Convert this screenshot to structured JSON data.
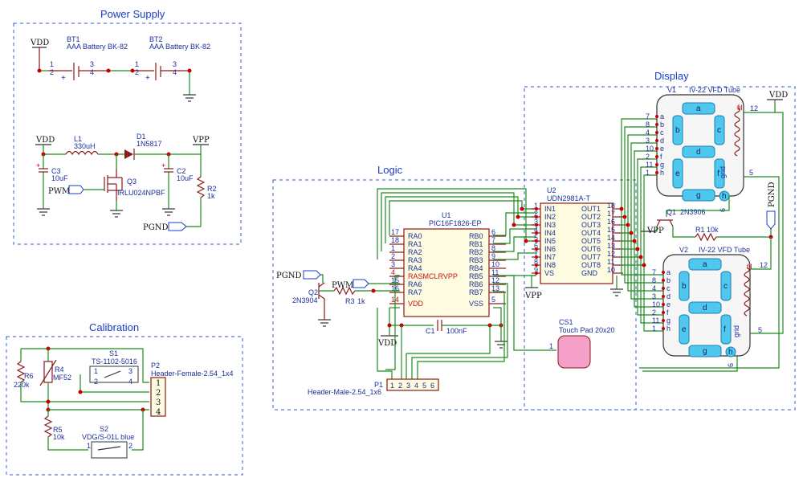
{
  "sections": {
    "power": "Power Supply",
    "logic": "Logic",
    "display": "Display",
    "calibration": "Calibration"
  },
  "nets": {
    "vdd": "VDD",
    "vpp": "VPP",
    "pwm": "PWM",
    "pgnd": "PGND"
  },
  "parts": {
    "bt1": {
      "ref": "BT1",
      "value": "AAA Battery BK-82"
    },
    "bt2": {
      "ref": "BT2",
      "value": "AAA Battery BK-82"
    },
    "l1": {
      "ref": "L1",
      "value": "330uH"
    },
    "d1": {
      "ref": "D1",
      "value": "1N5817"
    },
    "c3": {
      "ref": "C3",
      "value": "10uF"
    },
    "c2": {
      "ref": "C2",
      "value": "10uF"
    },
    "q3": {
      "ref": "Q3",
      "value": "IRLU024NPBF"
    },
    "r2": {
      "ref": "R2",
      "value": "1k"
    },
    "u1": {
      "ref": "U1",
      "value": "PIC16F1826-EP"
    },
    "u2": {
      "ref": "U2",
      "value": "UDN2981A-T"
    },
    "c1": {
      "ref": "C1",
      "value": "100nF"
    },
    "q2": {
      "ref": "Q2",
      "value": "2N3904"
    },
    "r3": {
      "ref": "R3",
      "value": "1k"
    },
    "p1": {
      "ref": "P1",
      "value": "Header-Male-2.54_1x6"
    },
    "cs1": {
      "ref": "CS1",
      "value": "Touch Pad 20x20"
    },
    "q1": {
      "ref": "Q1",
      "value": "2N3906"
    },
    "r1": {
      "ref": "R1",
      "value": "10k"
    },
    "v1": {
      "ref": "V1",
      "value": "IV-22 VFD Tube"
    },
    "v2": {
      "ref": "V2",
      "value": "IV-22 VFD Tube"
    },
    "s1": {
      "ref": "S1",
      "value": "TS-1102-5016"
    },
    "p2": {
      "ref": "P2",
      "value": "Header-Female-2.54_1x4"
    },
    "r6": {
      "ref": "R6",
      "value": "220k"
    },
    "r4": {
      "ref": "R4",
      "value": "MF52"
    },
    "r5": {
      "ref": "R5",
      "value": "10k"
    },
    "s2": {
      "ref": "S2",
      "value": "VDG/S-01L blue"
    }
  },
  "u1": {
    "left_pins": [
      {
        "num": "17",
        "name": "RA0"
      },
      {
        "num": "18",
        "name": "RA1"
      },
      {
        "num": "1",
        "name": "RA2"
      },
      {
        "num": "2",
        "name": "RA3"
      },
      {
        "num": "3",
        "name": "RA4"
      },
      {
        "num": "4",
        "name": "RASMCLRVPP"
      },
      {
        "num": "15",
        "name": "RA6"
      },
      {
        "num": "16",
        "name": "RA7"
      },
      {
        "num": "14",
        "name": "VDD"
      }
    ],
    "right_pins": [
      {
        "num": "6",
        "name": "RB0"
      },
      {
        "num": "7",
        "name": "RB1"
      },
      {
        "num": "8",
        "name": "RB2"
      },
      {
        "num": "9",
        "name": "RB3"
      },
      {
        "num": "10",
        "name": "RB4"
      },
      {
        "num": "11",
        "name": "RB5"
      },
      {
        "num": "12",
        "name": "RB6"
      },
      {
        "num": "13",
        "name": "RB7"
      },
      {
        "num": "5",
        "name": "VSS"
      }
    ]
  },
  "u2": {
    "left_pins": [
      {
        "num": "1",
        "name": "IN1"
      },
      {
        "num": "2",
        "name": "IN2"
      },
      {
        "num": "3",
        "name": "IN3"
      },
      {
        "num": "4",
        "name": "IN4"
      },
      {
        "num": "5",
        "name": "IN5"
      },
      {
        "num": "6",
        "name": "IN6"
      },
      {
        "num": "7",
        "name": "IN7"
      },
      {
        "num": "8",
        "name": "IN8"
      },
      {
        "num": "9",
        "name": "VS"
      }
    ],
    "right_pins": [
      {
        "num": "18",
        "name": "OUT1"
      },
      {
        "num": "17",
        "name": "OUT2"
      },
      {
        "num": "16",
        "name": "OUT3"
      },
      {
        "num": "15",
        "name": "OUT4"
      },
      {
        "num": "14",
        "name": "OUT5"
      },
      {
        "num": "13",
        "name": "OUT6"
      },
      {
        "num": "12",
        "name": "OUT7"
      },
      {
        "num": "11",
        "name": "OUT8"
      },
      {
        "num": "10",
        "name": "GND"
      }
    ]
  },
  "tube_pins": [
    {
      "num": "7",
      "name": "a"
    },
    {
      "num": "8",
      "name": "b"
    },
    {
      "num": "4",
      "name": "c"
    },
    {
      "num": "3",
      "name": "d"
    },
    {
      "num": "10",
      "name": "e"
    },
    {
      "num": "2",
      "name": "f"
    },
    {
      "num": "11",
      "name": "g"
    },
    {
      "num": "1",
      "name": "h"
    }
  ],
  "tube_labels": {
    "fil": "fil",
    "grid": "grid",
    "pin12": "12",
    "pin5": "5",
    "pin6": "6"
  },
  "segments": [
    "a",
    "b",
    "c",
    "d",
    "e",
    "f",
    "g",
    "h"
  ],
  "p1_pins": [
    "1",
    "2",
    "3",
    "4",
    "5",
    "6"
  ],
  "p2_pins": [
    "1",
    "2",
    "3",
    "4"
  ],
  "misc_pins": {
    "bt_1": "1",
    "bt_2": "2",
    "bt_3": "3",
    "bt_4": "4",
    "cs1_1": "1",
    "s1_1": "1",
    "s1_2": "2",
    "s1_3": "3",
    "s1_4": "4",
    "s2_1": "1",
    "s2_2": "2"
  }
}
